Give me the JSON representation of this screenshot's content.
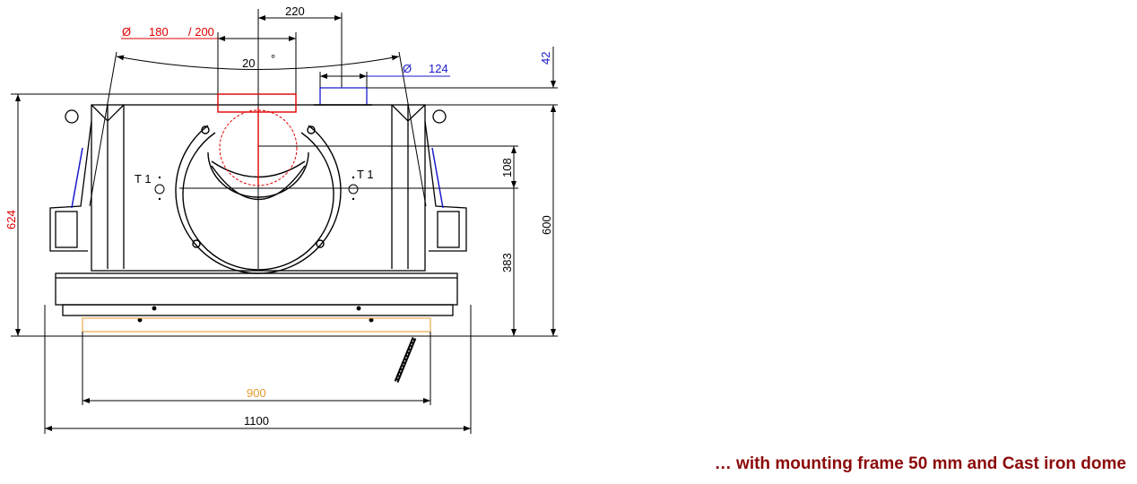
{
  "drawing": {
    "dimensions": {
      "offset_220": "220",
      "flue_diameter_prefix": "Ø",
      "flue_diameter": "180",
      "flue_diameter_alt": "/ 200",
      "angle": "20",
      "angle_unit": "°",
      "air_diameter_prefix": "Ø",
      "air_diameter": "124",
      "height_42": "42",
      "height_624": "624",
      "height_108": "108",
      "height_600": "600",
      "height_383": "383",
      "width_900": "900",
      "width_1100": "1100"
    },
    "labels": {
      "t1_left": "T 1",
      "t1_right": "T 1"
    },
    "colors": {
      "red": "#e00000",
      "blue": "#1a1acc",
      "orange": "#e89a2a",
      "caption": "#8b0a0a"
    }
  },
  "caption": "… with mounting frame 50 mm and  Cast iron dome"
}
